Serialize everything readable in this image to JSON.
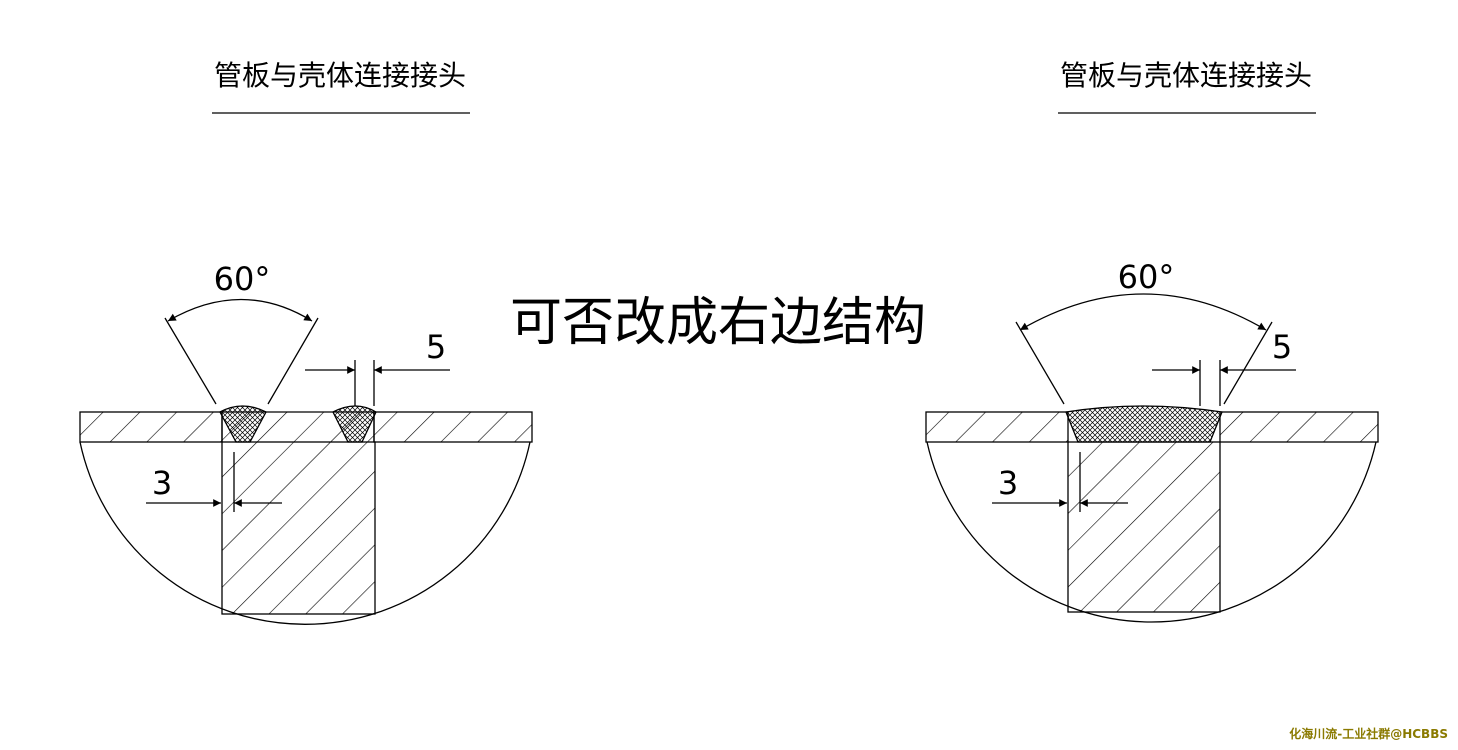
{
  "left_drawing": {
    "title": "管板与壳体连接接头",
    "angle_label": "60°",
    "gap_label": "5",
    "offset_label": "3"
  },
  "right_drawing": {
    "title": "管板与壳体连接接头",
    "angle_label": "60°",
    "gap_label": "5",
    "offset_label": "3"
  },
  "question": "可否改成右边结构",
  "watermark": "化海川流-工业社群@HCBBS",
  "colors": {
    "line": "#000000",
    "background": "#ffffff",
    "watermark": "#8a7a00"
  }
}
